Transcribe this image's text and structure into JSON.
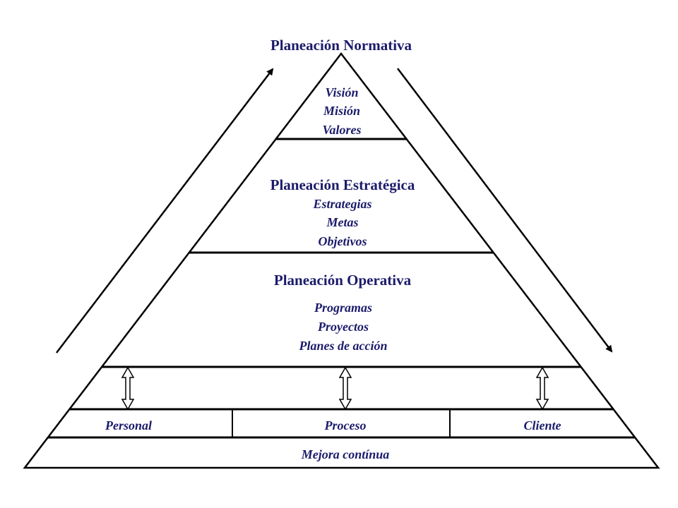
{
  "title": "Planeación Normativa",
  "normativa_items": [
    "Visión",
    "Misión",
    "Valores"
  ],
  "estrategica": {
    "title": "Planeación Estratégica",
    "items": [
      "Estrategias",
      "Metas",
      "Objetivos"
    ]
  },
  "operativa": {
    "title": "Planeación Operativa",
    "items": [
      "Programas",
      "Proyectos",
      "Planes de acción"
    ]
  },
  "base_cells": [
    "Personal",
    "Proceso",
    "Cliente"
  ],
  "foundation": "Mejora contínua",
  "colors": {
    "text": "#1b1b6b",
    "lines": "#000000"
  }
}
